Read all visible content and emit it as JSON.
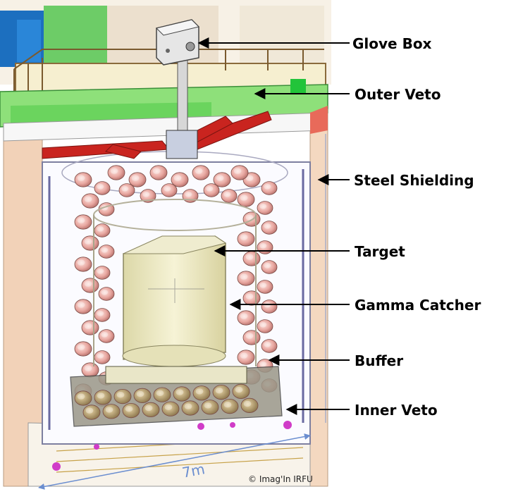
{
  "labels": {
    "glove_box": "Glove Box",
    "outer_veto": "Outer Veto",
    "steel_shielding": "Steel Shielding",
    "target": "Target",
    "gamma_catcher": "Gamma Catcher",
    "buffer": "Buffer",
    "inner_veto": "Inner Veto"
  },
  "dimension": "7m",
  "credit": "© Imag'In IRFU",
  "colors": {
    "steel": "#f2d2b8",
    "outer_veto": "#8ee07a",
    "pmt": "#e8a7a0",
    "target": "#f3efc9",
    "arrow": "#000000",
    "dimension": "#6b8ed0"
  }
}
